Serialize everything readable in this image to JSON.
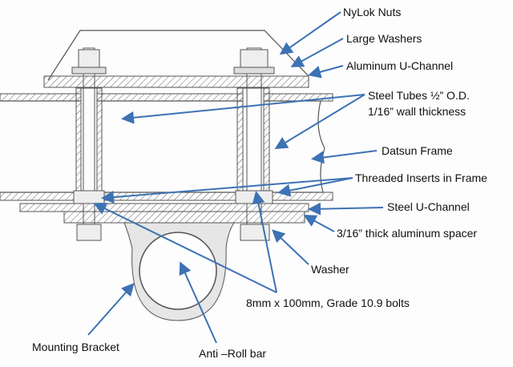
{
  "labels": {
    "nylok_nuts": "NyLok Nuts",
    "large_washers": "Large Washers",
    "aluminum_u_channel": "Aluminum U-Channel",
    "steel_tubes_line1": "Steel Tubes ½” O.D.",
    "steel_tubes_line2": "1/16” wall thickness",
    "datsun_frame": "Datsun Frame",
    "threaded_inserts": "Threaded Inserts in Frame",
    "steel_u_channel": "Steel U-Channel",
    "aluminum_spacer": "3/16” thick aluminum spacer",
    "washer": "Washer",
    "bolts": "8mm x 100mm, Grade 10.9 bolts",
    "mounting_bracket": "Mounting Bracket",
    "anti_roll_bar": "Anti –Roll bar"
  },
  "colors": {
    "arrow": "#3d72b4",
    "pencil": "#555555"
  }
}
